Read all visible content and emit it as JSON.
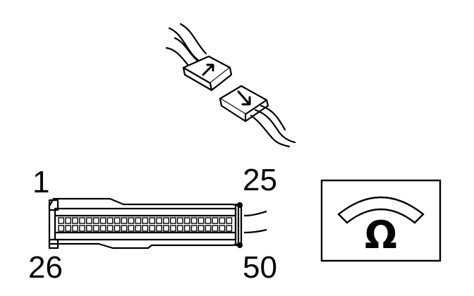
{
  "connector": {
    "pin_first_top": "1",
    "pin_last_top": "25",
    "pin_first_bottom": "26",
    "pin_last_bottom": "50"
  },
  "meter": {
    "unit_symbol": "Ω"
  },
  "icons": {
    "plug_connect": "connector-disconnect-icon",
    "ohmmeter": "ohmmeter-icon"
  },
  "colors": {
    "line": "#000000",
    "background": "#ffffff"
  }
}
